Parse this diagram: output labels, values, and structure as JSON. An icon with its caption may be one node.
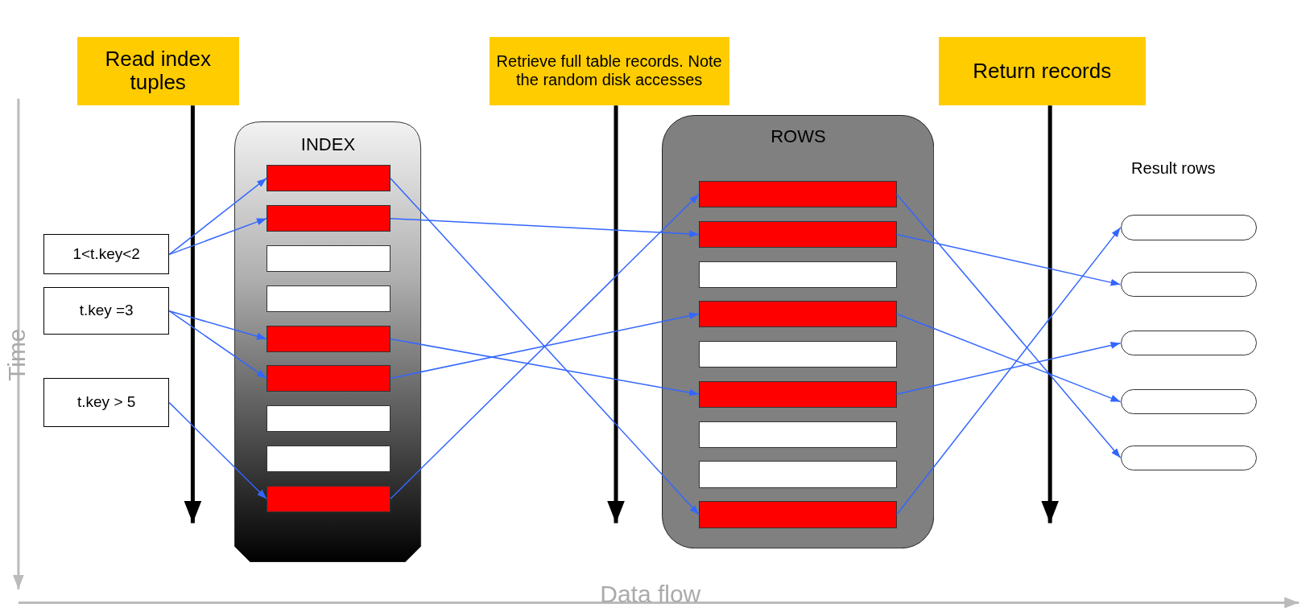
{
  "diagram": {
    "nodes": [
      {
        "text": [
          "Read index tuples"
        ]
      },
      {
        "text": [
          "Retrieve full table records. Note the random disk accesses"
        ]
      },
      {
        "text": [
          "Return records"
        ]
      },
      {
        "text": [
          "1<t.key<2"
        ]
      },
      {
        "text": [
          "t.key =3"
        ]
      },
      {
        "text": [
          "t.key > 5"
        ]
      },
      {
        "text": [
          "INDEX"
        ]
      },
      {
        "text": [],
        "shape": "box",
        "in": 6
      },
      {
        "text": [],
        "shape": "box",
        "in": 6
      },
      {
        "text": [],
        "shape": "box",
        "in": 6
      },
      {
        "text": [],
        "shape": "box",
        "in": 6
      },
      {
        "text": [],
        "shape": "box",
        "in": 6
      },
      {
        "text": [],
        "shape": "box",
        "in": 6
      },
      {
        "text": [],
        "shape": "box",
        "in": 6
      },
      {
        "text": [],
        "shape": "box",
        "in": 6
      },
      {
        "text": [],
        "shape": "box",
        "in": 6
      },
      {
        "text": [
          "ROWS"
        ]
      },
      {
        "text": [],
        "shape": "box",
        "in": 16
      },
      {
        "text": [],
        "shape": "box",
        "in": 16
      },
      {
        "text": [],
        "shape": "box",
        "in": 16
      },
      {
        "text": [],
        "shape": "box",
        "in": 16
      },
      {
        "text": [],
        "shape": "box",
        "in": 16
      },
      {
        "text": [],
        "shape": "box",
        "in": 16
      },
      {
        "text": [],
        "shape": "box",
        "in": 16
      },
      {
        "text": [],
        "shape": "box",
        "in": 16
      },
      {
        "text": [],
        "shape": "box",
        "in": 16
      },
      {
        "text": [],
        "shape": "box"
      },
      {
        "text": [],
        "shape": "box"
      },
      {
        "text": [],
        "shape": "box"
      },
      {
        "text": [],
        "shape": "box"
      },
      {
        "text": [],
        "shape": "box"
      }
    ],
    "edges": [
      {
        "from": 0,
        "to": null,
        "arrow": "to",
        "style": "thick",
        "color": "#000000"
      },
      {
        "from": 1,
        "to": null,
        "arrow": "to",
        "style": "thick",
        "color": "#000000"
      },
      {
        "from": 2,
        "to": null,
        "arrow": "to",
        "style": "thick",
        "color": "#000000"
      },
      {
        "from": 3,
        "to": 7,
        "arrow": "to"
      },
      {
        "from": 3,
        "to": 8,
        "arrow": "to"
      },
      {
        "from": 4,
        "to": 11,
        "arrow": "to"
      },
      {
        "from": 4,
        "to": 12,
        "arrow": "to"
      },
      {
        "from": 5,
        "to": 15,
        "arrow": "to"
      },
      {
        "from": 7,
        "to": 25,
        "arrow": "to"
      },
      {
        "from": 8,
        "to": 18,
        "arrow": "to"
      },
      {
        "from": 11,
        "to": 22,
        "arrow": "to"
      },
      {
        "from": 12,
        "to": 20,
        "arrow": "to"
      },
      {
        "from": 15,
        "to": 17,
        "arrow": "to"
      },
      {
        "from": 17,
        "to": 30,
        "arrow": "to"
      },
      {
        "from": 18,
        "to": 27,
        "arrow": "to"
      },
      {
        "from": 20,
        "to": 29,
        "arrow": "to"
      },
      {
        "from": 22,
        "to": 28,
        "arrow": "to"
      },
      {
        "from": 25,
        "to": 26,
        "arrow": "to"
      }
    ],
    "labels": [
      "Result rows",
      "Time",
      "Data flow"
    ]
  }
}
